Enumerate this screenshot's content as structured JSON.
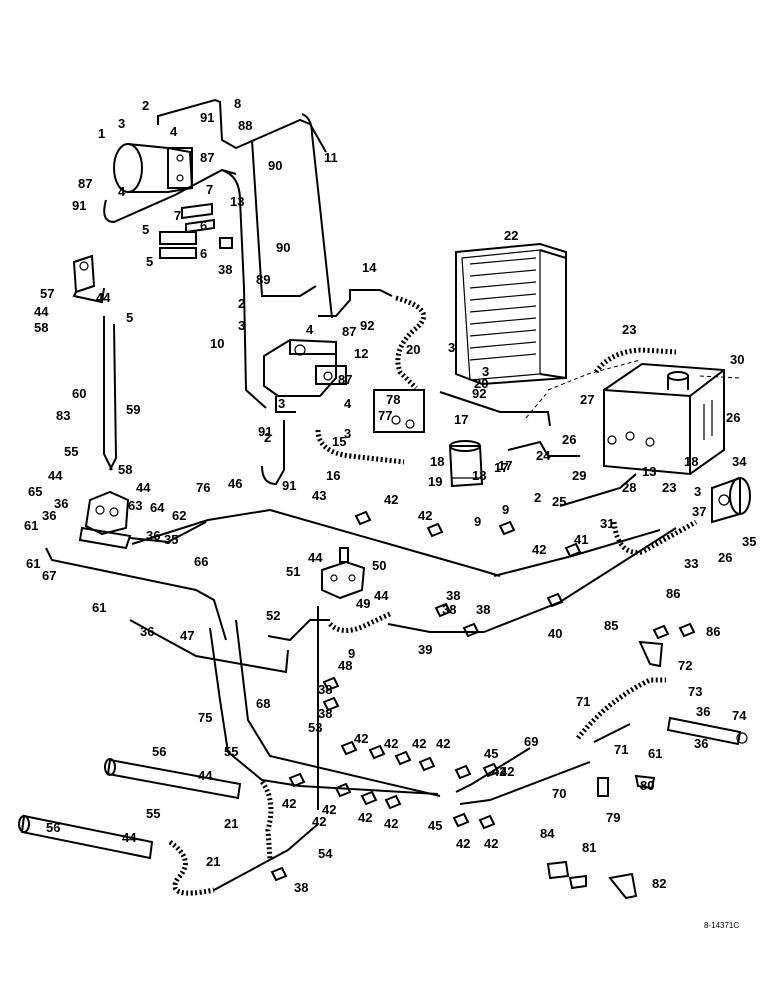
{
  "drawing_ref": "8-14371C",
  "callouts": [
    {
      "text": "1"
    },
    {
      "text": "2"
    },
    {
      "text": "3"
    },
    {
      "text": "4"
    },
    {
      "text": "87"
    },
    {
      "text": "87"
    },
    {
      "text": "4"
    },
    {
      "text": "91"
    },
    {
      "text": "91"
    },
    {
      "text": "8"
    },
    {
      "text": "88"
    },
    {
      "text": "90"
    },
    {
      "text": "11"
    },
    {
      "text": "7"
    },
    {
      "text": "7"
    },
    {
      "text": "13"
    },
    {
      "text": "5"
    },
    {
      "text": "6"
    },
    {
      "text": "5"
    },
    {
      "text": "6"
    },
    {
      "text": "38"
    },
    {
      "text": "90"
    },
    {
      "text": "89"
    },
    {
      "text": "14"
    },
    {
      "text": "22"
    },
    {
      "text": "57"
    },
    {
      "text": "44"
    },
    {
      "text": "44"
    },
    {
      "text": "5"
    },
    {
      "text": "58"
    },
    {
      "text": "2"
    },
    {
      "text": "3"
    },
    {
      "text": "4"
    },
    {
      "text": "87"
    },
    {
      "text": "92"
    },
    {
      "text": "12"
    },
    {
      "text": "10"
    },
    {
      "text": "23"
    },
    {
      "text": "20"
    },
    {
      "text": "3"
    },
    {
      "text": "3"
    },
    {
      "text": "20"
    },
    {
      "text": "30"
    },
    {
      "text": "87"
    },
    {
      "text": "92"
    },
    {
      "text": "27"
    },
    {
      "text": "78"
    },
    {
      "text": "77"
    },
    {
      "text": "26"
    },
    {
      "text": "60"
    },
    {
      "text": "59"
    },
    {
      "text": "83"
    },
    {
      "text": "3"
    },
    {
      "text": "4"
    },
    {
      "text": "91"
    },
    {
      "text": "2"
    },
    {
      "text": "3"
    },
    {
      "text": "15"
    },
    {
      "text": "17"
    },
    {
      "text": "26"
    },
    {
      "text": "55"
    },
    {
      "text": "58"
    },
    {
      "text": "44"
    },
    {
      "text": "44"
    },
    {
      "text": "16"
    },
    {
      "text": "91"
    },
    {
      "text": "18"
    },
    {
      "text": "17"
    },
    {
      "text": "24"
    },
    {
      "text": "29"
    },
    {
      "text": "13"
    },
    {
      "text": "18"
    },
    {
      "text": "19"
    },
    {
      "text": "18"
    },
    {
      "text": "17"
    },
    {
      "text": "34"
    },
    {
      "text": "65"
    },
    {
      "text": "76"
    },
    {
      "text": "46"
    },
    {
      "text": "43"
    },
    {
      "text": "28"
    },
    {
      "text": "23"
    },
    {
      "text": "3"
    },
    {
      "text": "37"
    },
    {
      "text": "25"
    },
    {
      "text": "36"
    },
    {
      "text": "63"
    },
    {
      "text": "42"
    },
    {
      "text": "61"
    },
    {
      "text": "36"
    },
    {
      "text": "64"
    },
    {
      "text": "62"
    },
    {
      "text": "42"
    },
    {
      "text": "9"
    },
    {
      "text": "9"
    },
    {
      "text": "2"
    },
    {
      "text": "36"
    },
    {
      "text": "35"
    },
    {
      "text": "31"
    },
    {
      "text": "35"
    },
    {
      "text": "61"
    },
    {
      "text": "67"
    },
    {
      "text": "66"
    },
    {
      "text": "44"
    },
    {
      "text": "50"
    },
    {
      "text": "42"
    },
    {
      "text": "41"
    },
    {
      "text": "33"
    },
    {
      "text": "26"
    },
    {
      "text": "51"
    },
    {
      "text": "44"
    },
    {
      "text": "49"
    },
    {
      "text": "38"
    },
    {
      "text": "38"
    },
    {
      "text": "38"
    },
    {
      "text": "86"
    },
    {
      "text": "61"
    },
    {
      "text": "36"
    },
    {
      "text": "52"
    },
    {
      "text": "85"
    },
    {
      "text": "86"
    },
    {
      "text": "47"
    },
    {
      "text": "9"
    },
    {
      "text": "39"
    },
    {
      "text": "40"
    },
    {
      "text": "48"
    },
    {
      "text": "72"
    },
    {
      "text": "73"
    },
    {
      "text": "38"
    },
    {
      "text": "38"
    },
    {
      "text": "68"
    },
    {
      "text": "71"
    },
    {
      "text": "36"
    },
    {
      "text": "74"
    },
    {
      "text": "75"
    },
    {
      "text": "53"
    },
    {
      "text": "71"
    },
    {
      "text": "61"
    },
    {
      "text": "36"
    },
    {
      "text": "42"
    },
    {
      "text": "42"
    },
    {
      "text": "42"
    },
    {
      "text": "69"
    },
    {
      "text": "56"
    },
    {
      "text": "55"
    },
    {
      "text": "44"
    },
    {
      "text": "42"
    },
    {
      "text": "45"
    },
    {
      "text": "42"
    },
    {
      "text": "42"
    },
    {
      "text": "42"
    },
    {
      "text": "42"
    },
    {
      "text": "42"
    },
    {
      "text": "70"
    },
    {
      "text": "80"
    },
    {
      "text": "21"
    },
    {
      "text": "42"
    },
    {
      "text": "42"
    },
    {
      "text": "45"
    },
    {
      "text": "42"
    },
    {
      "text": "42"
    },
    {
      "text": "79"
    },
    {
      "text": "56"
    },
    {
      "text": "55"
    },
    {
      "text": "44"
    },
    {
      "text": "54"
    },
    {
      "text": "84"
    },
    {
      "text": "81"
    },
    {
      "text": "21"
    },
    {
      "text": "82"
    },
    {
      "text": "38"
    }
  ]
}
